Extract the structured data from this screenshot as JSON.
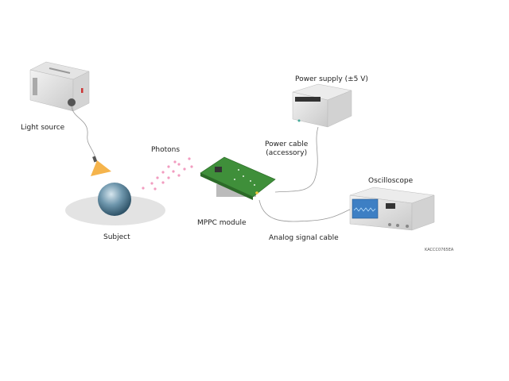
{
  "diagram": {
    "labels": {
      "light_source": "Light source",
      "photons": "Photons",
      "subject": "Subject",
      "mppc_module": "MPPC module",
      "power_supply": "Power supply (±5 V)",
      "power_cable_line1": "Power cable",
      "power_cable_line2": "(accessory)",
      "oscilloscope": "Oscilloscope",
      "analog_signal_cable": "Analog signal cable",
      "figure_code": "KACCC0765EA"
    },
    "colors": {
      "pcb_green": "#3f8f3a",
      "photon_pink": "#f29cc0",
      "cone_orange": "#f5b44c",
      "sphere_blue": "#4f7d95",
      "screen_blue": "#3d7fc4"
    }
  }
}
